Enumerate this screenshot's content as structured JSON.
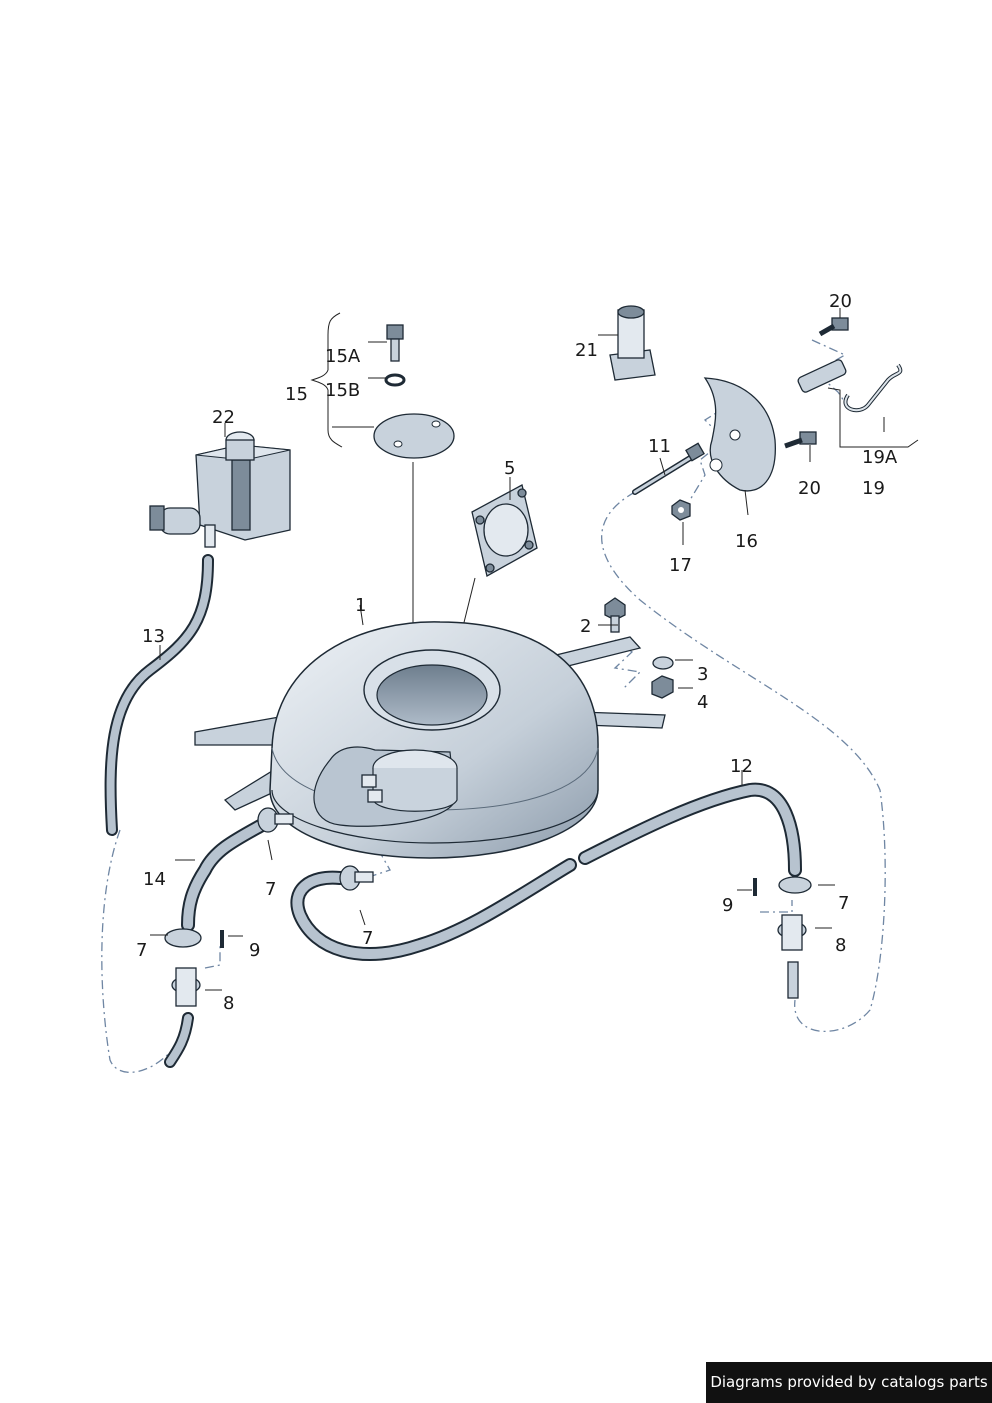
{
  "labels": {
    "p1": "1",
    "p2": "2",
    "p3": "3",
    "p4": "4",
    "p5": "5",
    "p7a": "7",
    "p7b": "7",
    "p7c": "7",
    "p8a": "8",
    "p8b": "8",
    "p9a": "9",
    "p9b": "9",
    "p11": "11",
    "p12": "12",
    "p13": "13",
    "p14": "14",
    "p15": "15",
    "p15a": "15A",
    "p15b": "15B",
    "p16": "16",
    "p17": "17",
    "p19": "19",
    "p19a": "19A",
    "p20a": "20",
    "p20b": "20",
    "p21": "21",
    "p22": "22"
  },
  "credit": "Diagrams provided by catalogs parts",
  "colors": {
    "line_art": "#1e2a35",
    "part_fill": "#c8d2dc",
    "dash_line": "#6f86a3",
    "banner": "#111111"
  }
}
